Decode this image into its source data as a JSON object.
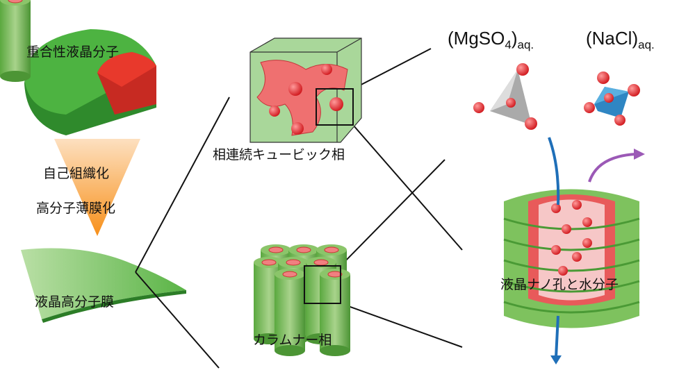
{
  "labels": {
    "monomer": "重合性液晶分子",
    "self_assembly": "自己組織化",
    "film_formation": "高分子薄膜化",
    "film": "液晶高分子膜",
    "cubic": "相連続キュービック相",
    "columnar": "カラムナー相",
    "nanopore": "液晶ナノ孔と水分子"
  },
  "ions": {
    "mgso4": {
      "main": "(MgSO",
      "sub": "4",
      "close": ")",
      "suffix": "aq."
    },
    "nacl": {
      "main": "(NaCl)",
      "suffix": "aq."
    }
  },
  "colors": {
    "green": "#4aa83a",
    "red": "#e03a30",
    "orange": "#f7941d",
    "blue": "#1f6fb8",
    "purple": "#9b59b6"
  }
}
